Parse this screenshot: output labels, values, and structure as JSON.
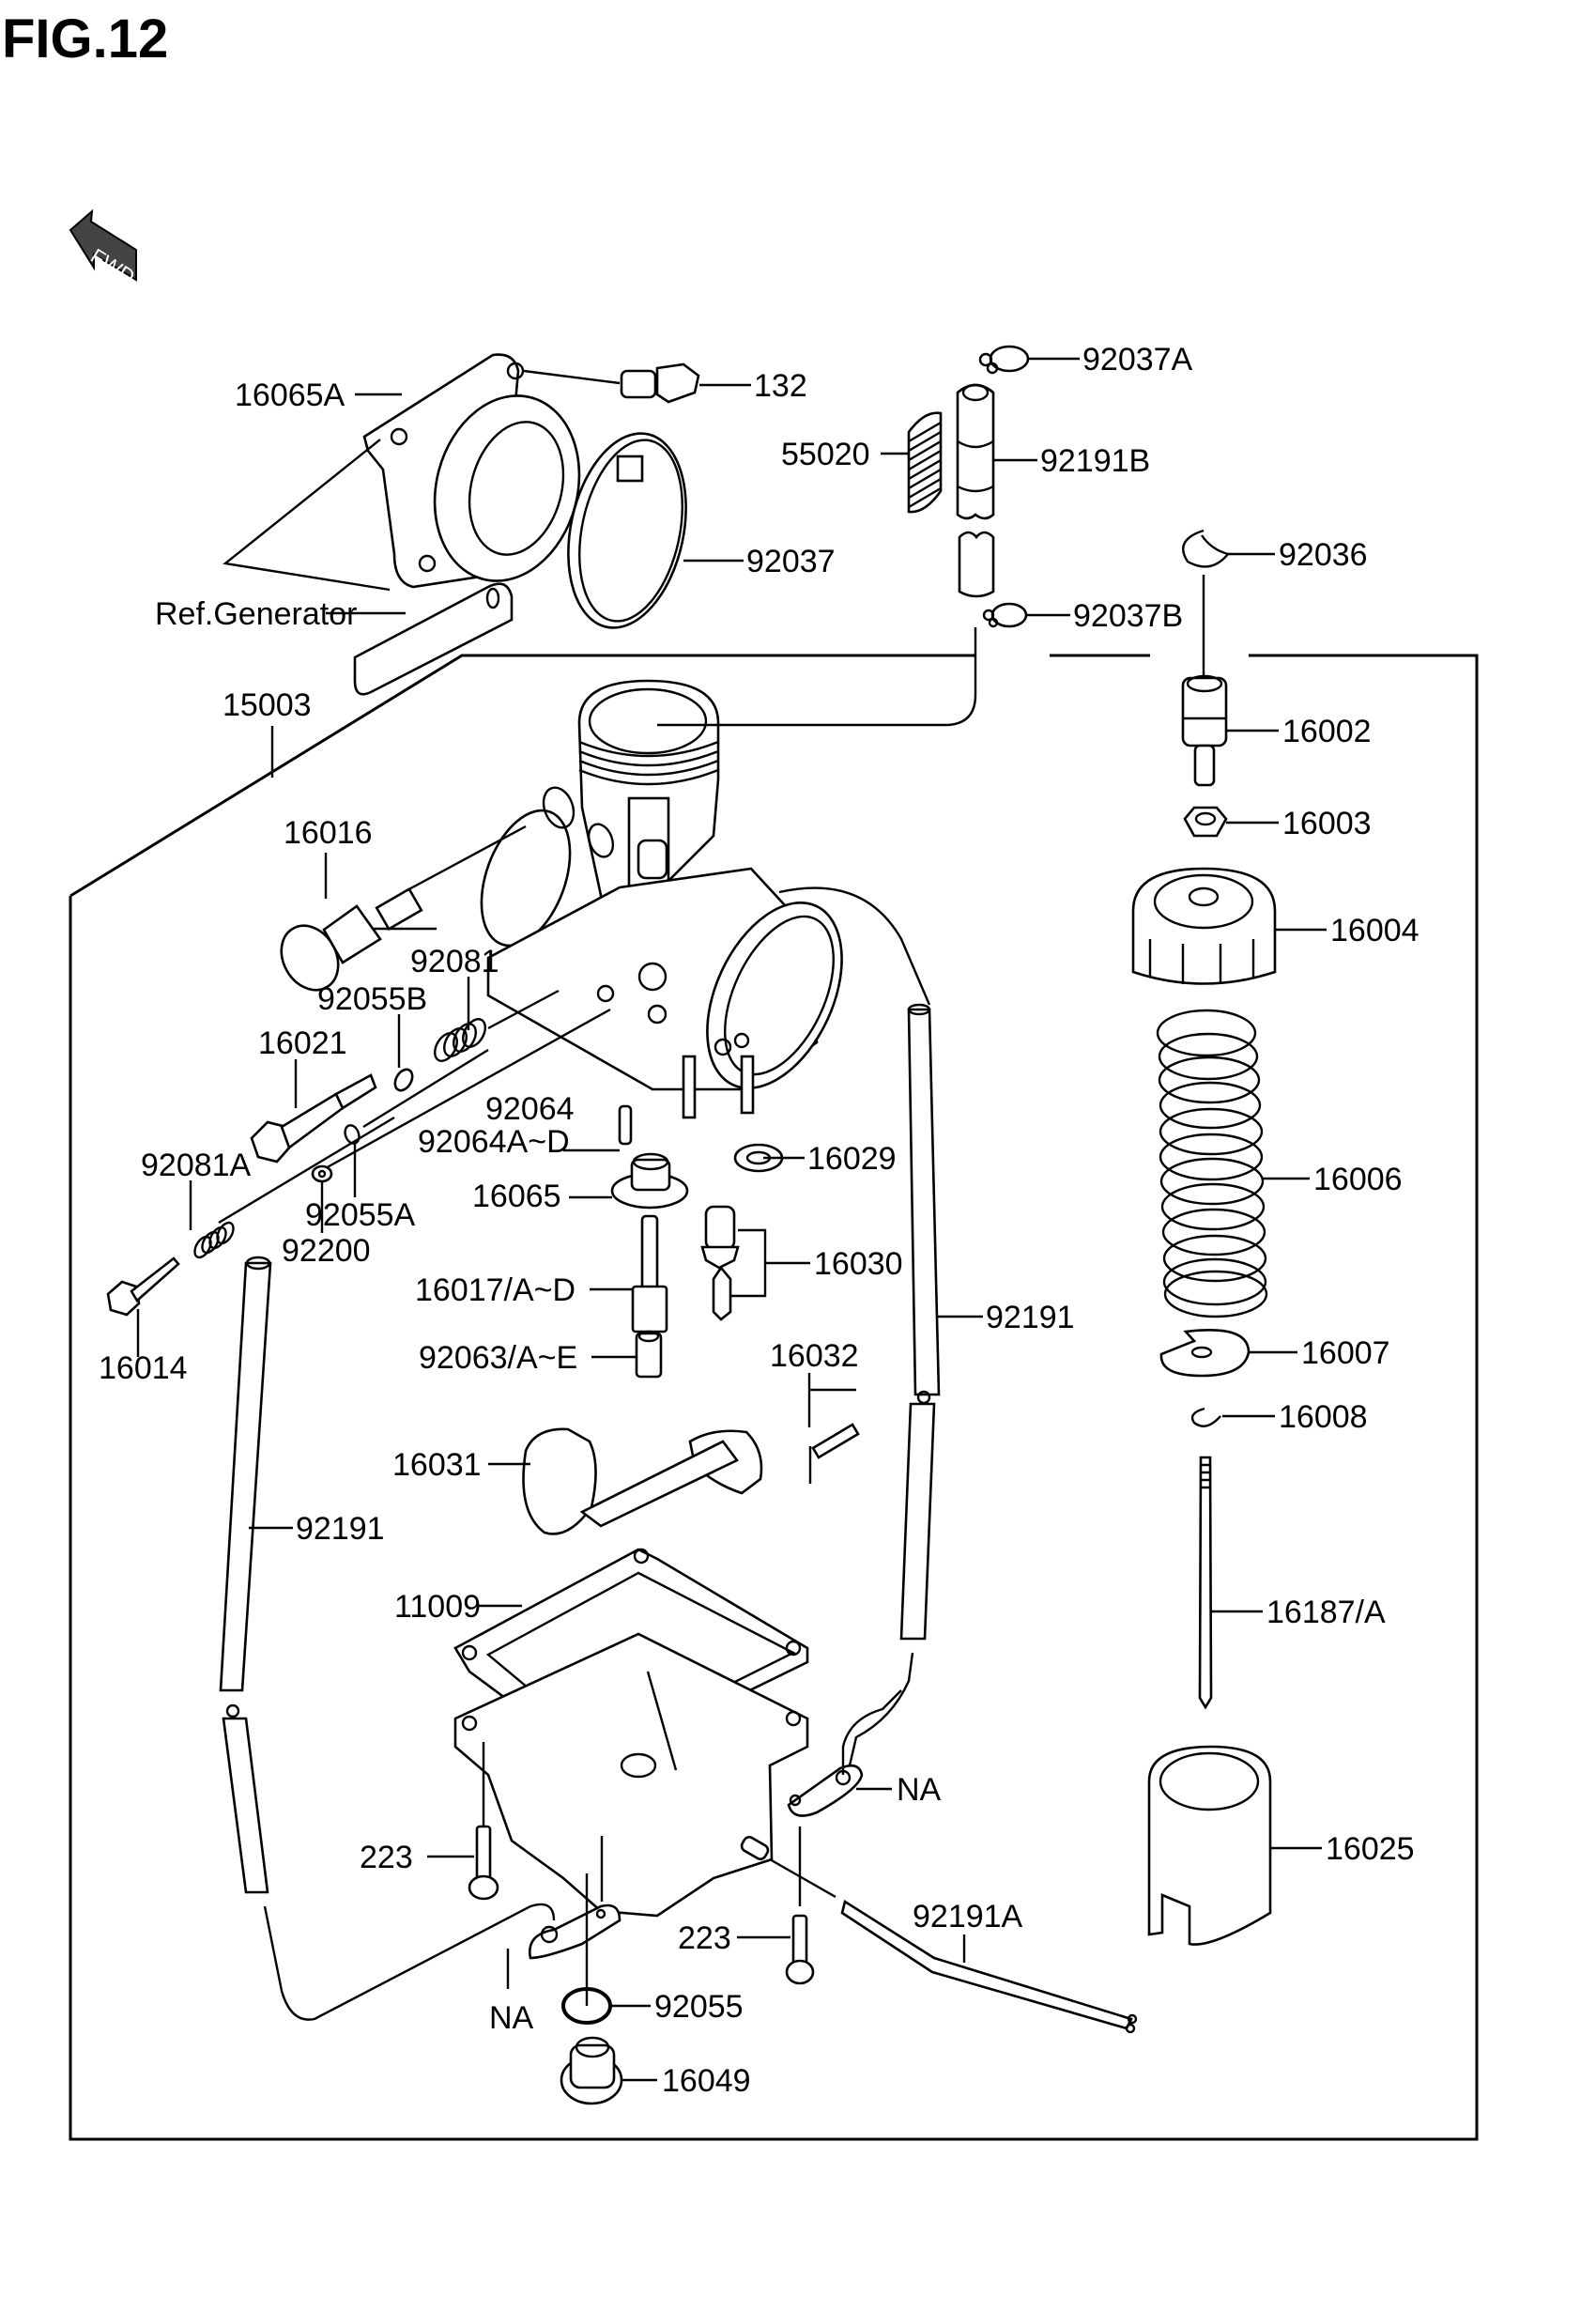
{
  "figure": {
    "title": "FIG.12",
    "direction_marker": "FWD"
  },
  "callouts": {
    "p16065A": "16065A",
    "p132": "132",
    "p92037": "92037",
    "ref_generator": "Ref.Generator",
    "p92037A": "92037A",
    "p55020": "55020",
    "p92191B": "92191B",
    "p92037B": "92037B",
    "p92036": "92036",
    "p15003": "15003",
    "p16002": "16002",
    "p16003": "16003",
    "p16004": "16004",
    "p16016": "16016",
    "p92081": "92081",
    "p92055B": "92055B",
    "p16021": "16021",
    "p92064": "92064",
    "p92064AD": "92064A~D",
    "p16029": "16029",
    "p16065": "16065",
    "p92081A": "92081A",
    "p92055A": "92055A",
    "p92200": "92200",
    "p16030": "16030",
    "p16014": "16014",
    "p16017AD": "16017/A~D",
    "p92063AE": "92063/A~E",
    "p16032": "16032",
    "p92191_right": "92191",
    "p16006": "16006",
    "p16007": "16007",
    "p16008": "16008",
    "p16031": "16031",
    "p92191_left": "92191",
    "p11009": "11009",
    "p16187A": "16187/A",
    "p223_left": "223",
    "na_right": "NA",
    "p16025": "16025",
    "p223_bottom": "223",
    "p92191A": "92191A",
    "na_left": "NA",
    "p92055": "92055",
    "p16049": "16049"
  }
}
